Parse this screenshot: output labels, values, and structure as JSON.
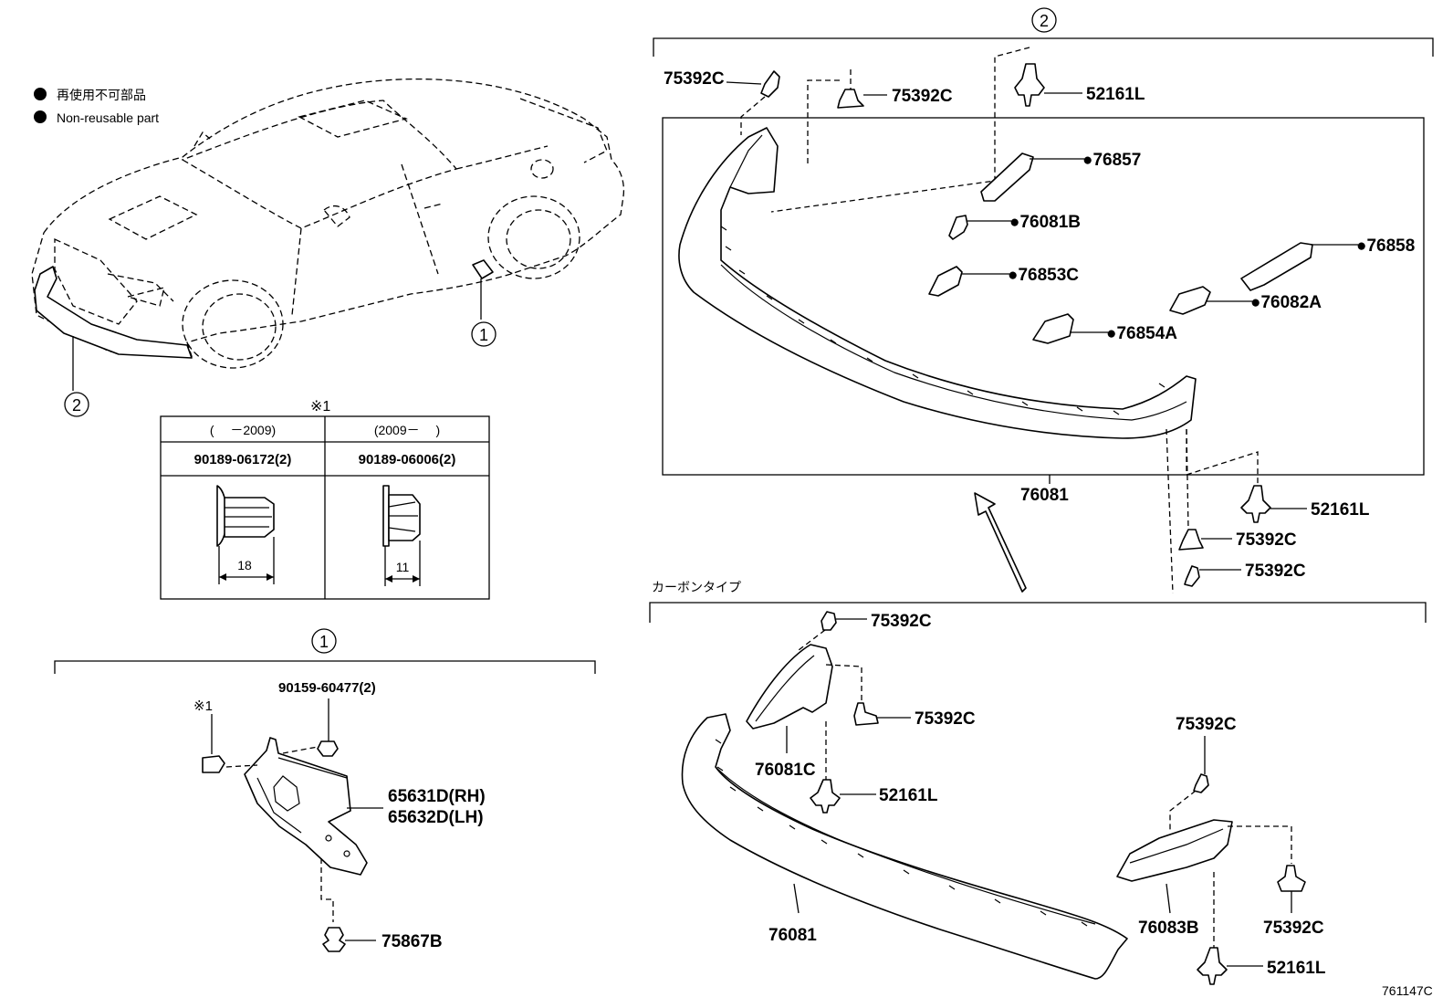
{
  "legend": {
    "jp": "再使用不可部品",
    "en": "Non-reusable part"
  },
  "callouts": {
    "c1": "1",
    "c2": "2"
  },
  "ref_mark": "※1",
  "table": {
    "mark": "※1",
    "col1_period": "(　 －2009)",
    "col2_period": "(2009－　 )",
    "col1_part": "90189-06172(2)",
    "col2_part": "90189-06006(2)",
    "col1_dim": "18",
    "col2_dim": "11"
  },
  "section1": {
    "callout": "1",
    "bolt": "90159-60477(2)",
    "ref_mark": "※1",
    "part_rh": "65631D(RH)",
    "part_lh": "65632D(LH)",
    "clip": "75867B"
  },
  "section2": {
    "callout": "2",
    "clip_a": "75392C",
    "clip_b": "75392C",
    "clip_top": "52161L",
    "p76857": "●76857",
    "p76081b": "●76081B",
    "p76858": "●76858",
    "p76853c": "●76853C",
    "p76082a": "●76082A",
    "p76854a": "●76854A",
    "main": "76081",
    "clip_r1": "52161L",
    "clip_r2": "75392C",
    "clip_r3": "75392C"
  },
  "carbon": {
    "title": "カーボンタイプ",
    "c1": "75392C",
    "c2": "75392C",
    "bracket_l": "76081C",
    "c3": "52161L",
    "c4": "75392C",
    "bracket_r": "76083B",
    "c5": "75392C",
    "c6": "52161L",
    "main": "76081"
  },
  "drawing_no": "761147C"
}
